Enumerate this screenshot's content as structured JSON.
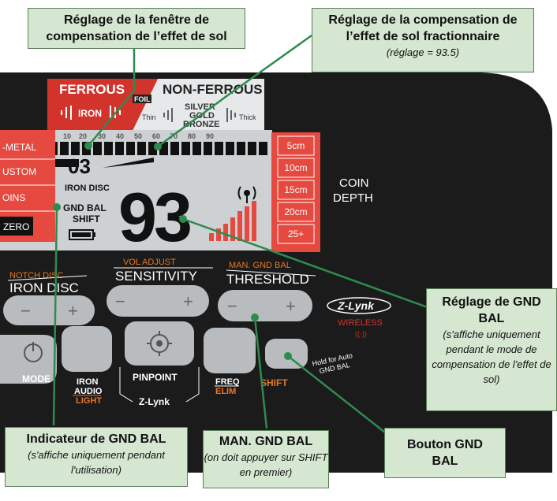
{
  "callouts": {
    "ground_window": {
      "title": "Réglage de la fenêtre de compensation de l’effet de sol"
    },
    "fractional": {
      "title": "Réglage de la compensation de l’effet de sol fractionnaire",
      "sub": "(réglage = 93.5)"
    },
    "gnd_bal_setting": {
      "title": "Réglage de GND BAL",
      "sub": "(s'affiche uniquement pendant le mode de compensation de l'effet de sol)"
    },
    "gnd_bal_indicator": {
      "title": "Indicateur de GND BAL",
      "sub": "(s'affiche uniquement pendant l'utilisation)"
    },
    "man_gnd_bal": {
      "title": "MAN. GND BAL",
      "sub": "(on doit appuyer sur SHIFT en premier)"
    },
    "gnd_bal_button": {
      "title": "Bouton GND BAL"
    }
  },
  "device": {
    "ferrous": "FERROUS",
    "non_ferrous": "NON-FERROUS",
    "iron": "IRON",
    "foil": "FOIL",
    "silver": "SILVER",
    "gold": "GOLD",
    "bronze": "BRONZE",
    "thin": "Thin",
    "thick": "Thick",
    "scale": [
      "10",
      "20",
      "30",
      "40",
      "50",
      "60",
      "70",
      "80",
      "90"
    ],
    "window_digits": "03",
    "iron_disc_lcd": "IRON DISC",
    "gnd_bal_lcd": "GND BAL",
    "shift_lcd": "SHIFT",
    "big_digits": "93",
    "modes": [
      "-METAL",
      "USTOM",
      "OINS",
      "ZERO"
    ],
    "depths": [
      "5cm",
      "10cm",
      "15cm",
      "20cm",
      "25+"
    ],
    "coin": "COIN",
    "depth": "DEPTH",
    "notch_disc": "NOTCH DISC",
    "iron_disc": "IRON DISC",
    "vol_adjust": "VOL ADJUST",
    "sensitivity": "SENSITIVITY",
    "man_gnd_bal": "MAN. GND BAL",
    "threshold": "THRESHOLD",
    "minus": "−",
    "plus": "+",
    "zlynk_logo": "Z-Lynk",
    "wireless": "WIRELESS",
    "mode": "MODE",
    "iron_audio_1": "IRON",
    "iron_audio_2": "AUDIO",
    "light": "LIGHT",
    "pinpoint": "PINPOINT",
    "zlynk": "Z-Lynk",
    "freq": "FREQ",
    "elim": "ELIM",
    "shift": "SHIFT",
    "hold_1": "Hold for Auto",
    "hold_2": "GND BAL"
  },
  "colors": {
    "ferrous_red": "#d2342c",
    "orange_label": "#e87722",
    "lcd_bg": "#cdd1d3",
    "depth_red": "#e5493f",
    "callout_fill": "#d5e6d1",
    "leader_green": "#2e8b4f",
    "panel_black": "#1b1b1b"
  }
}
